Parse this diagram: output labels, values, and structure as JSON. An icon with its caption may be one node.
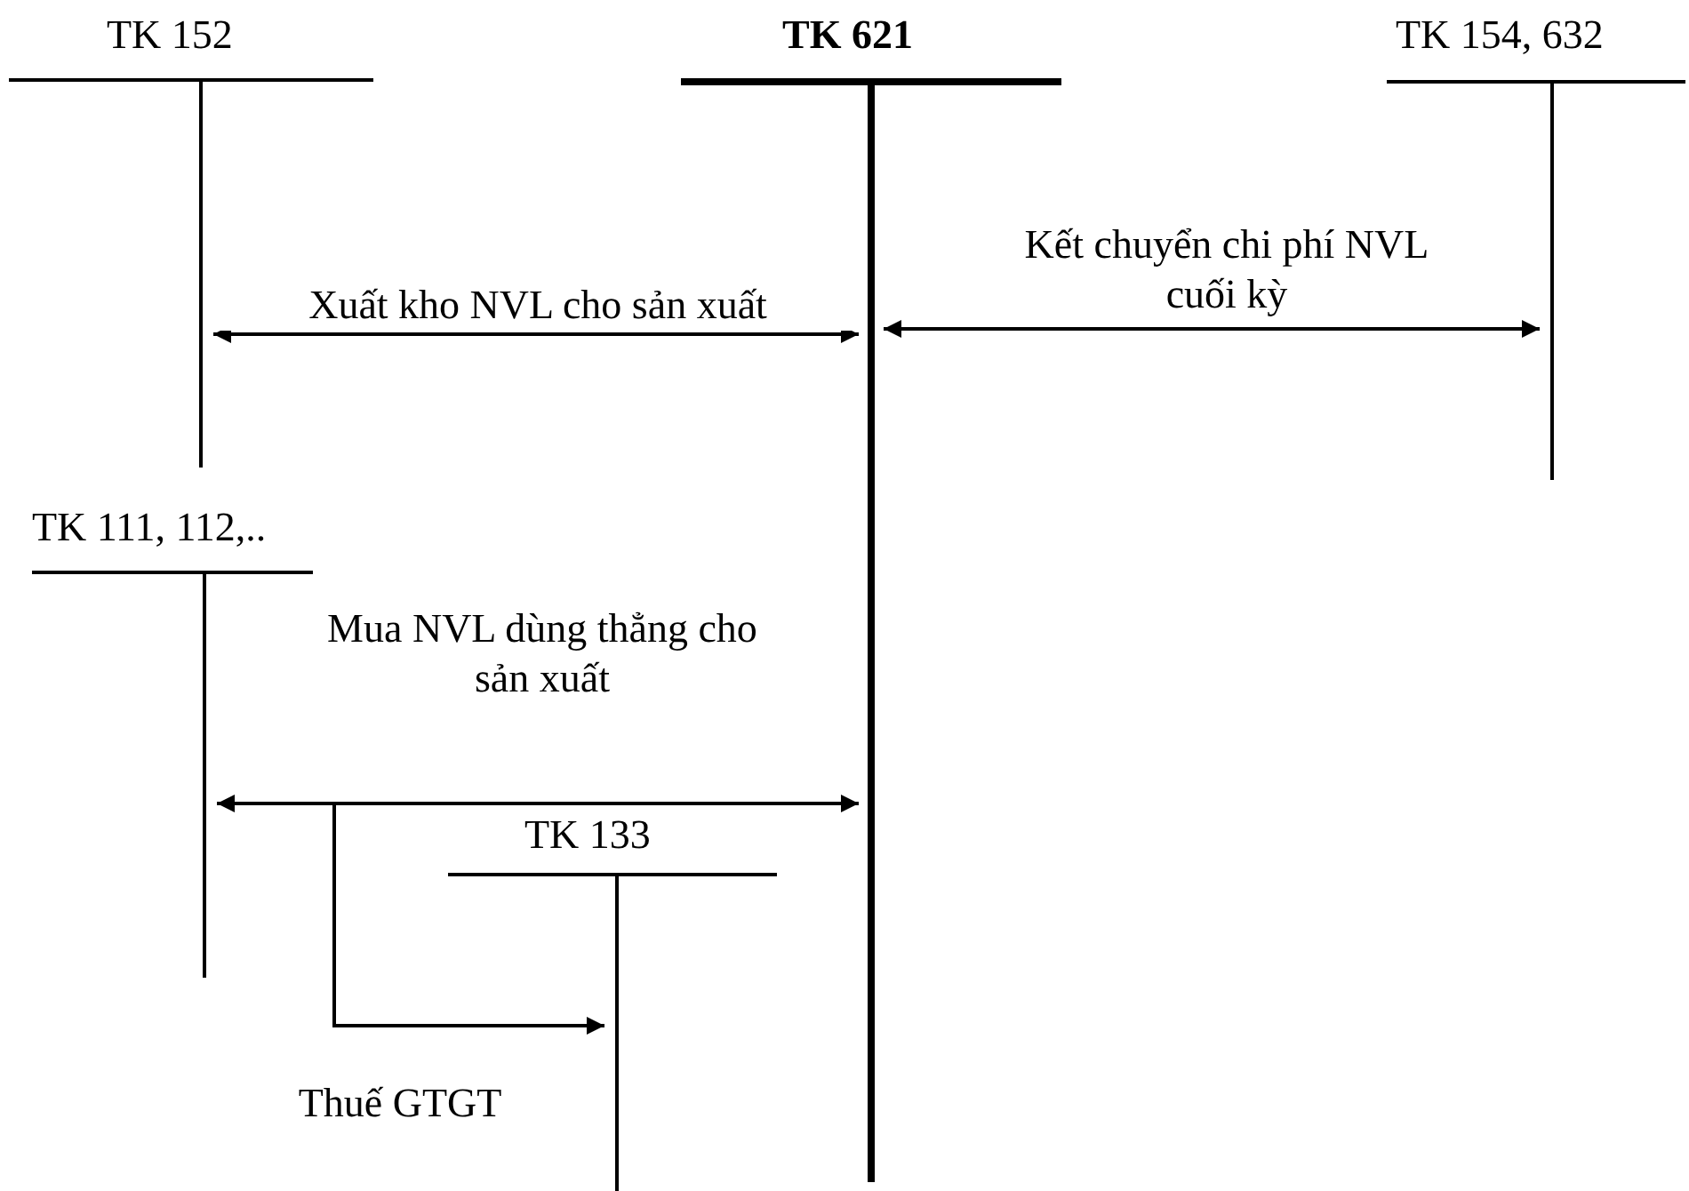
{
  "diagram": {
    "nodes": [
      {
        "text": [
          "TK 152"
        ]
      },
      {
        "text": [
          "TK 621"
        ]
      },
      {
        "text": [
          "TK 154, 632"
        ]
      },
      {
        "text": [
          "TK 111, 112,.."
        ]
      },
      {
        "text": [
          "TK 133"
        ]
      }
    ],
    "edges": [
      {
        "from": 0,
        "to": 1,
        "arrow": "both",
        "label": "Xuất kho NVL cho sản xuất"
      },
      {
        "from": 1,
        "to": 2,
        "arrow": "both",
        "label": "Kết chuyển chi phí NVL cuối kỳ"
      },
      {
        "from": 3,
        "to": 1,
        "arrow": "both",
        "label": "Mua NVL dùng thẳng cho sản xuất"
      },
      {
        "from": 3,
        "to": 4,
        "arrow": "to",
        "label": "Thuế GTGT"
      }
    ]
  }
}
